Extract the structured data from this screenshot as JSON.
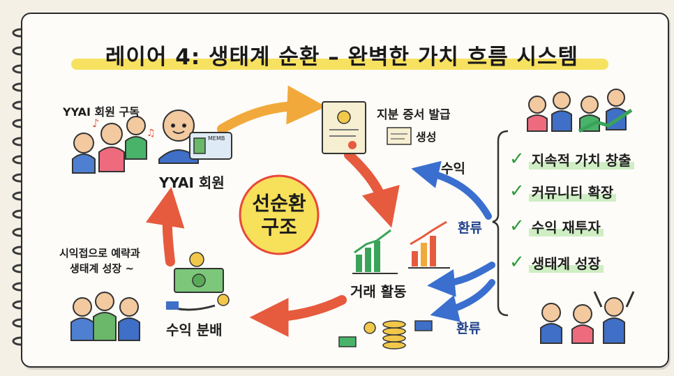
{
  "title": "레이어 4: 생태계 순환 – 완벽한 가치 흐름 시스템",
  "center_label": [
    "선순환",
    "구조"
  ],
  "nodes": {
    "subscribe_caption": "YYAI 회원 구독",
    "member": "YYAI 회원",
    "card_text": "MEMB",
    "certificate": "지분 증서 발급",
    "generate": "생성",
    "trading": "거래 활동",
    "distribution": "수익 분배",
    "start_line1": "시익접으로 예략과",
    "start_line2": "생태계 성장 ~"
  },
  "flows": {
    "revenue": "수익",
    "return_top": "환류",
    "return_bottom": "환류"
  },
  "checklist": [
    {
      "label": "지속적 가치 창출"
    },
    {
      "label": "커뮤니티 확장"
    },
    {
      "label": "수익 재투자"
    },
    {
      "label": "생태계 성장"
    }
  ],
  "colors": {
    "highlight": "#f6dc45",
    "arrow_orange": "#f2a93b",
    "arrow_red": "#e65a3e",
    "arrow_blue": "#3a6fcf",
    "check_green": "#2f9a3b",
    "center_circle": "#f7e05a",
    "center_ring": "#e8473a"
  }
}
